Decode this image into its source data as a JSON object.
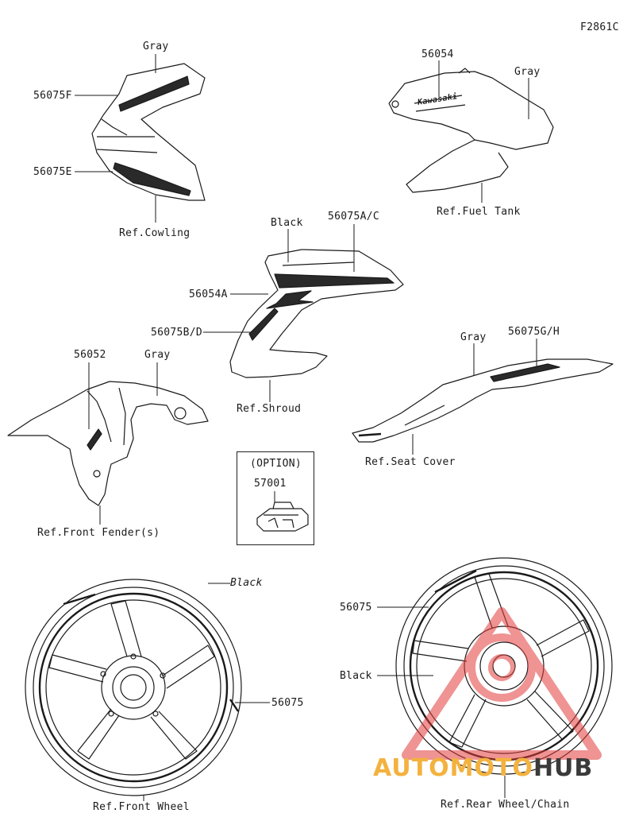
{
  "figure_code": "F2861C",
  "labels": {
    "cowl_upper_part": "56075F",
    "cowl_lower_part": "56075E",
    "cowl_color": "Gray",
    "cowl_ref": "Ref.Cowling",
    "tank_part": "56054",
    "tank_color": "Gray",
    "tank_ref": "Ref.Fuel Tank",
    "tank_logo": "Kawasaki",
    "shroud_color": "Black",
    "shroud_upper_part": "56075A/C",
    "shroud_mid_part": "56054A",
    "shroud_lower_part": "56075B/D",
    "shroud_ref": "Ref.Shroud",
    "fender_part": "56052",
    "fender_color": "Gray",
    "fender_ref": "Ref.Front Fender(s)",
    "option_title": "(OPTION)",
    "option_part": "57001",
    "seat_color": "Gray",
    "seat_part": "56075G/H",
    "seat_ref": "Ref.Seat Cover",
    "front_wheel_color": "Black",
    "front_wheel_part": "56075",
    "front_wheel_ref": "Ref.Front Wheel",
    "rear_wheel_part": "56075",
    "rear_wheel_color": "Black",
    "rear_wheel_ref": "Ref.Rear Wheel/Chain"
  },
  "watermark": {
    "part1": "AUTOMOTO",
    "part2": "HUB",
    "color_accent": "#f3b23e",
    "color_logo": "#e23b3b",
    "color_dark": "#3a3a3a"
  }
}
